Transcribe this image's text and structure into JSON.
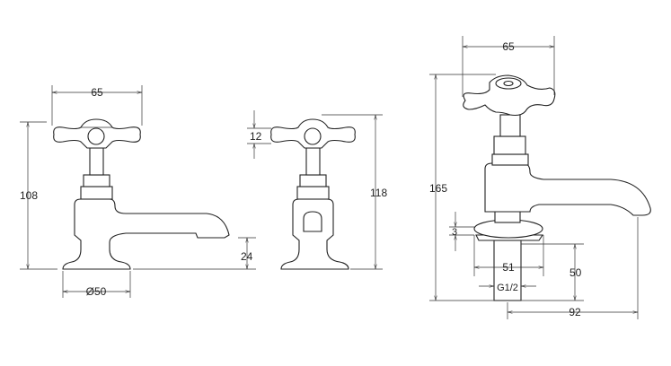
{
  "dimensions": {
    "front_handle_width": "65",
    "front_height": "108",
    "spout_clearance": "24",
    "base_diameter": "Ø50",
    "handle_thickness": "12",
    "side_height": "118",
    "installed_handle_width": "65",
    "installed_height": "165",
    "flange_thickness": "3",
    "flange_diameter": "51",
    "shank_length": "50",
    "thread_size": "G1/2",
    "spout_reach": "92"
  },
  "colors": {
    "line": "#222222",
    "background": "#ffffff"
  }
}
